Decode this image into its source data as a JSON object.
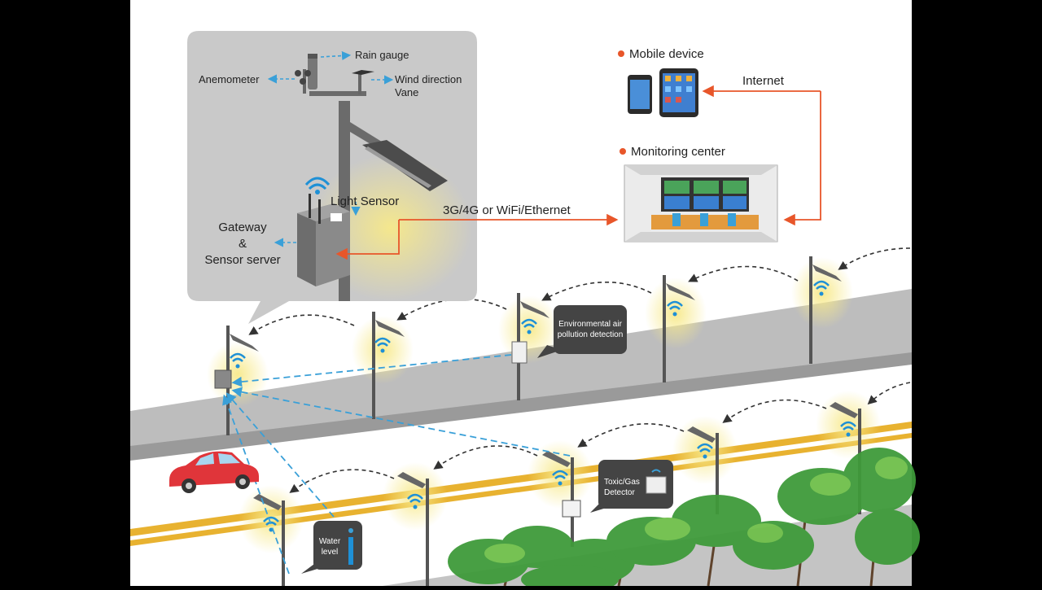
{
  "labels": {
    "rain_gauge": "Rain gauge",
    "anemometer": "Anemometer",
    "wind_direction_1": "Wind direction",
    "wind_direction_2": "Vane",
    "light_sensor": "Light Sensor",
    "gateway_1": "Gateway",
    "gateway_2": "&",
    "gateway_3": "Sensor server",
    "mobile_device": "Mobile device",
    "internet": "Internet",
    "monitoring_center": "Monitoring center",
    "connectivity": "3G/4G or WiFi/Ethernet",
    "env_air_1": "Environmental air",
    "env_air_2": "pollution detection",
    "toxic_gas_1": "Toxic/Gas",
    "toxic_gas_2": "Detector",
    "water_level_1": "Water",
    "water_level_2": "level"
  },
  "colors": {
    "accent_orange": "#e8562a",
    "link_blue": "#3aa0d8",
    "wifi_blue": "#1e90d6",
    "road_gray": "#bdbdbd",
    "callout_panel": "#c9c9c9",
    "lamp_glow": "#f5e27a",
    "lane_yellow": "#e8b230",
    "car_red": "#e0353a",
    "tree_green": "#3f9a3a"
  },
  "icons": {
    "lamp": "street-lamp-icon",
    "wifi": "wifi-signal-icon",
    "phone": "smartphone-icon",
    "tablet": "tablet-icon",
    "monitor_wall": "monitor-wall-icon",
    "car": "car-icon",
    "tree": "tree-icon"
  }
}
